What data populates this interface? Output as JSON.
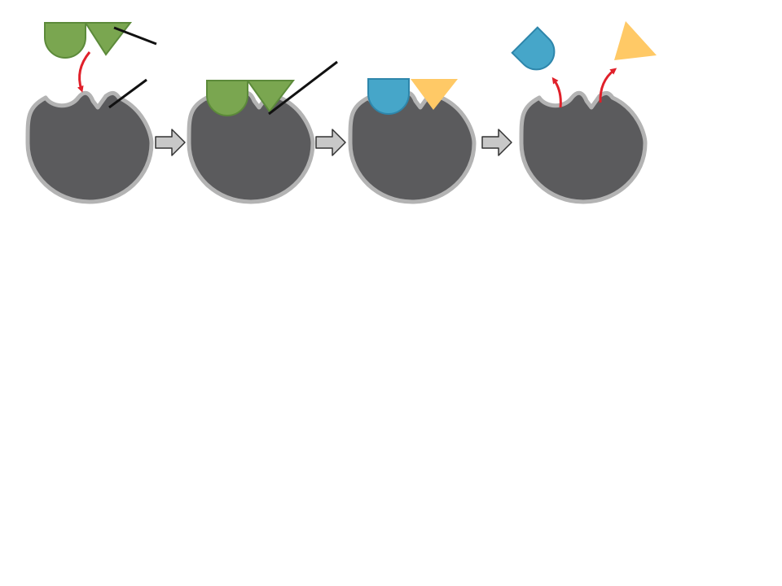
{
  "diagram": {
    "type": "enzyme-substrate-reaction",
    "stages": [
      {
        "name": "enzyme-with-substrate-approaching",
        "substrate": "intact",
        "substrate_color": "#7aa650"
      },
      {
        "name": "enzyme-substrate-complex",
        "substrate": "bound",
        "substrate_color": "#7aa650"
      },
      {
        "name": "products-formed",
        "products": [
          "semicircle",
          "triangle"
        ],
        "product_colors": [
          "#46a6c9",
          "#ffc966"
        ]
      },
      {
        "name": "products-released",
        "products": [
          "semicircle",
          "triangle"
        ],
        "product_colors": [
          "#46a6c9",
          "#ffc966"
        ]
      }
    ],
    "colors": {
      "enzyme_fill": "#5b5b5d",
      "enzyme_outline": "#b3b3b3",
      "substrate_fill": "#7aa650",
      "substrate_stroke": "#5c8a3a",
      "product_a_fill": "#46a6c9",
      "product_a_stroke": "#2e86ab",
      "product_b_fill": "#ffc966",
      "arrow_fill": "#c8c8c8",
      "arrow_stroke": "#333333",
      "motion_arrow": "#e0202a",
      "pointer_line": "#111111"
    },
    "icons": {
      "stage_arrow": "right-block-arrow",
      "motion": "curved-red-arrow"
    }
  }
}
